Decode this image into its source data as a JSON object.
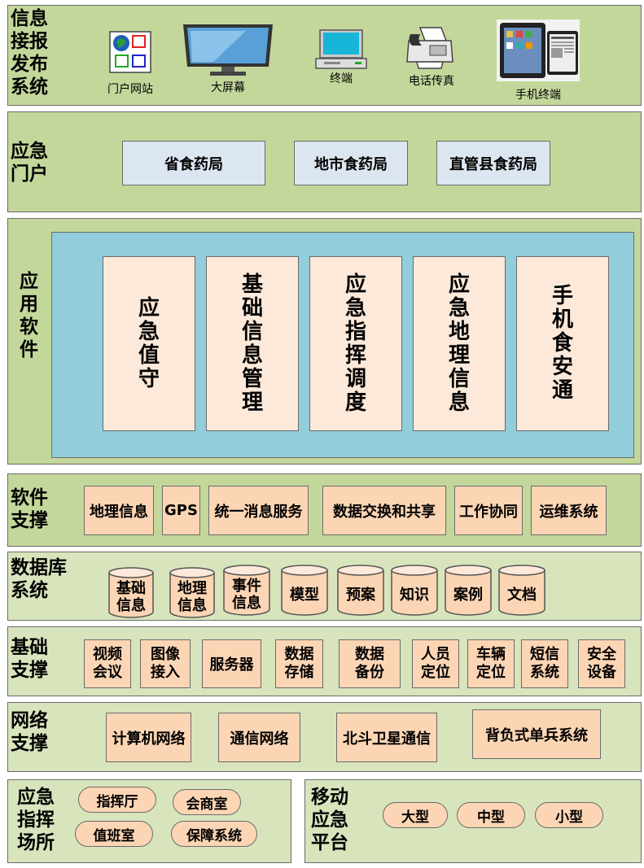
{
  "info_release": {
    "title": "信息\n接报\n发布\n系统",
    "devices": [
      {
        "label": "门户网站",
        "icon": "portal-website-icon"
      },
      {
        "label": "大屏幕",
        "icon": "large-screen-icon"
      },
      {
        "label": "终端",
        "icon": "terminal-computer-icon"
      },
      {
        "label": "电话传真",
        "icon": "fax-machine-icon"
      },
      {
        "label": "手机终端",
        "icon": "tablet-icon"
      }
    ]
  },
  "portal": {
    "title": "应急\n门户",
    "items": [
      "省食药局",
      "地市食药局",
      "直管县食药局"
    ]
  },
  "app_software": {
    "title": "应\n用\n软\n件",
    "modules": [
      "应\n急\n值\n守",
      "基\n础\n信\n息\n管\n理",
      "应\n急\n指\n挥\n调\n度",
      "应\n急\n地\n理\n信\n息",
      "手\n机\n食\n安\n通"
    ]
  },
  "software_support": {
    "title": "软件\n支撑",
    "items": [
      "地理信息",
      "GPS",
      "统一消息服务",
      "数据交换和共享",
      "工作协同",
      "运维系统"
    ]
  },
  "database": {
    "title": "数据库\n系统",
    "items": [
      "基础\n信息",
      "地理\n信息",
      "事件\n信息",
      "模型",
      "预案",
      "知识",
      "案例",
      "文档"
    ]
  },
  "base_support": {
    "title": "基础\n支撑",
    "items": [
      "视频\n会议",
      "图像\n接入",
      "服务器",
      "数据\n存储",
      "数据\n备份",
      "人员\n定位",
      "车辆\n定位",
      "短信\n系统",
      "安全\n设备"
    ]
  },
  "network_support": {
    "title": "网络\n支撑",
    "items": [
      "计算机网络",
      "通信网络",
      "北斗卫星通信",
      "背负式单兵系统"
    ]
  },
  "command_site": {
    "title": "应急\n指挥\n场所",
    "items": [
      "指挥厅",
      "会商室",
      "值班室",
      "保障系统"
    ]
  },
  "mobile_platform": {
    "title": "移动\n应急\n平台",
    "items": [
      "大型",
      "中型",
      "小型"
    ]
  },
  "colors": {
    "layer_dark": "#c4d79b",
    "layer_light": "#d8e4bc",
    "box_peach": "#fcd5b4",
    "box_pale": "#dce6f1",
    "app_panel": "#92cddc",
    "module_bg": "#fde9d9"
  }
}
